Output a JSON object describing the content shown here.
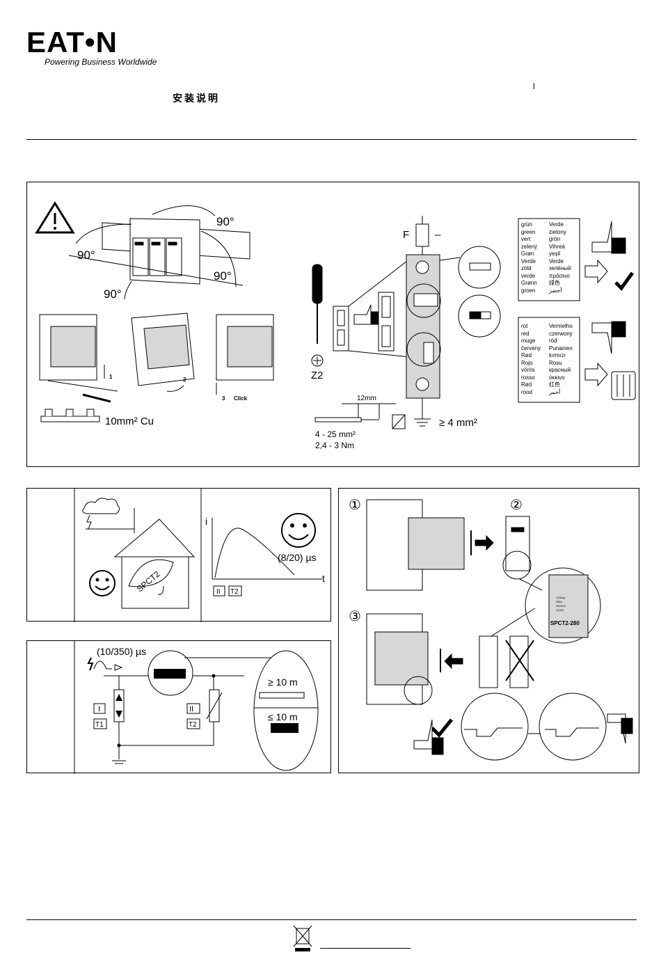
{
  "header": {
    "brand": "EAT•N",
    "tagline": "Powering Business Worldwide",
    "title_cn": "安装说明",
    "stray_mark": "l"
  },
  "install_panel": {
    "angle_top": "90°",
    "angle_left": "90°",
    "angle_right": "90°",
    "angle_bottom": "90°",
    "step1": "1",
    "step2": "2",
    "step3": "3",
    "click": "Click",
    "busbar_spec": "10mm² Cu",
    "fuse_label": "F",
    "dash": "–",
    "screwdriver_label": "Z2",
    "strip_length": "12mm",
    "wire_range": "4 - 25 mm²",
    "torque": "2,4 - 3 Nm",
    "earth_spec": "≥ 4 mm²",
    "green_words_left": [
      "grün",
      "green",
      "vert",
      "zelený",
      "Grøn",
      "Verde",
      "zöld",
      "verde",
      "Grønn",
      "groen"
    ],
    "green_words_right": [
      "Verde",
      "zielony",
      "grön",
      "Vihreä",
      "yeşil",
      "Verde",
      "зелёный",
      "πράσινο",
      "绿色",
      "أخضر"
    ],
    "red_words_left": [
      "rot",
      "red",
      "rouge",
      "červený",
      "Rød",
      "Rojo",
      "vörös",
      "rosso",
      "Rød",
      "rood"
    ],
    "red_words_right": [
      "Vermelho",
      "czerwony",
      "röd",
      "Punainen",
      "kırmızı",
      "Rosu",
      "красный",
      "όκκινο",
      "红色",
      "أحمر"
    ]
  },
  "spd_panel": {
    "device_label": "SPCT2",
    "axis_i": "i",
    "axis_t": "t",
    "wave": "(8/20) µs",
    "class_ii": "II",
    "class_t2": "T2"
  },
  "coord_panel": {
    "wave": "(10/350) µs",
    "class_i": "I",
    "class_t1": "T1",
    "class_ii": "II",
    "class_t2": "T2",
    "dist_ge": "≥ 10 m",
    "dist_le": "≤ 10 m"
  },
  "replace_panel": {
    "step1": "①",
    "step2": "②",
    "step3": "③",
    "model": "SPCT2-280",
    "rating_lines": [
      "125AgL",
      "25kA",
      "280VAC",
      "1400V"
    ]
  }
}
